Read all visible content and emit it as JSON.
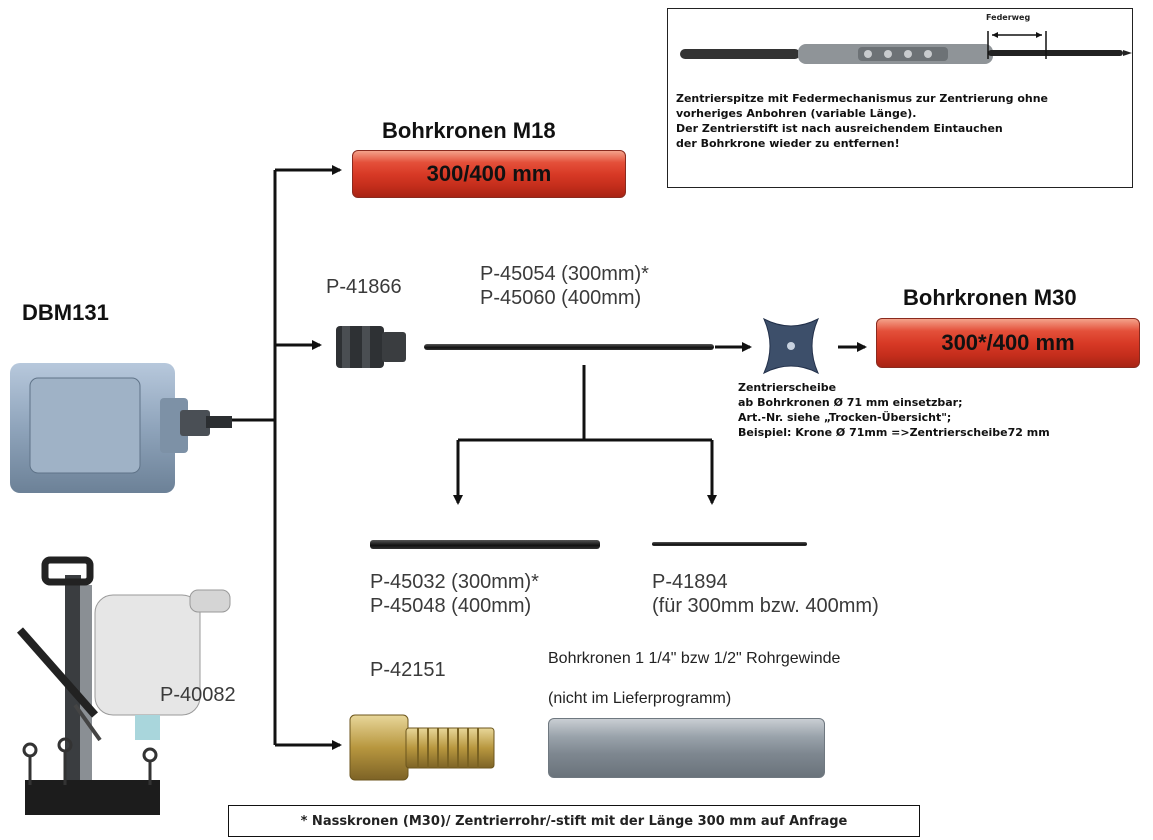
{
  "top_info": {
    "label_federweg": "Federweg",
    "text_lines": [
      "Zentrierspitze mit Federmechanismus zur Zentrierung ohne",
      "vorheriges  Anbohren (variable Länge).",
      "Der Zentrierstift ist nach ausreichendem Eintauchen",
      "der Bohrkrone wieder zu entfernen!"
    ]
  },
  "m18": {
    "title": "Bohrkronen M18",
    "label": "300/400 mm"
  },
  "m30": {
    "title": "Bohrkronen M30",
    "label": "300*/400 mm"
  },
  "machine": {
    "name": "DBM131"
  },
  "stand": {
    "code": "P-40082"
  },
  "adapter": {
    "code": "P-41866"
  },
  "tube": {
    "line1": "P-45054 (300mm)*",
    "line2": "P-45060 (400mm)"
  },
  "disc": {
    "lines": [
      "Zentrierscheibe",
      "ab Bohrkronen Ø 71 mm einsetzbar;",
      "Art.-Nr. siehe „Trocken-Übersicht\";",
      "Beispiel: Krone Ø 71mm =>Zentrierscheibe72 mm"
    ]
  },
  "tube2": {
    "line1": "P-45032 (300mm)*",
    "line2": "P-45048 (400mm)"
  },
  "pin": {
    "line1": "P-41894",
    "line2": "(für 300mm  bzw. 400mm)"
  },
  "nipple": {
    "code": "P-42151"
  },
  "pipe": {
    "line1": "Bohrkronen 1 1/4\" bzw 1/2\" Rohrgewinde",
    "line2": "(nicht im Lieferprogramm)"
  },
  "footnote": "* Nasskronen (M30)/ Zentrierrohr/-stift mit der Länge 300 mm auf Anfrage"
}
